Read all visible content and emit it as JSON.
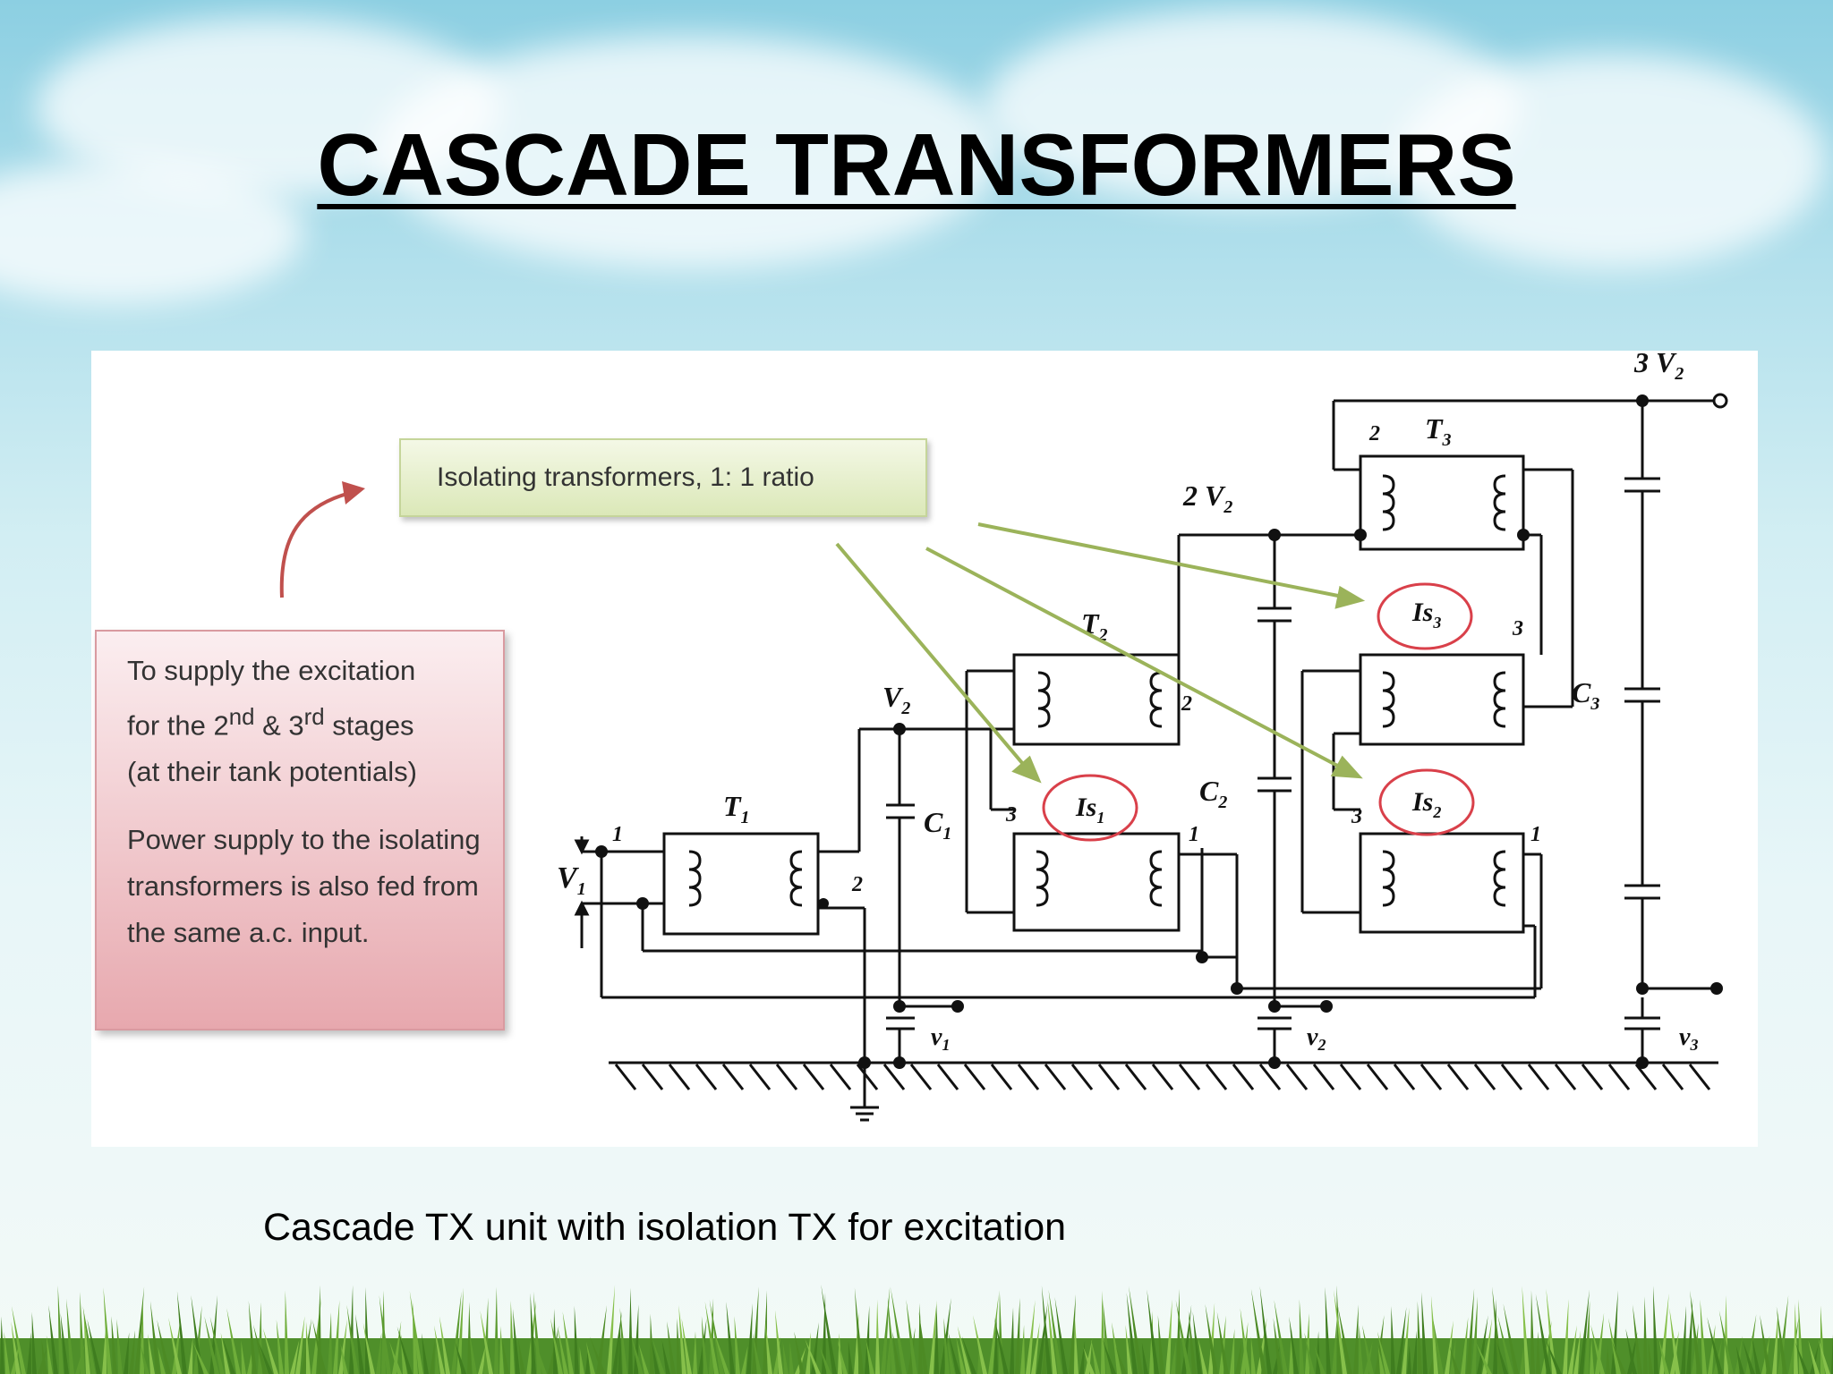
{
  "slide": {
    "title": "CASCADE TRANSFORMERS",
    "caption": "Cascade TX unit with isolation TX for excitation"
  },
  "callouts": {
    "isolating": "Isolating transformers, 1: 1 ratio",
    "excitation_line1": "To supply the excitation",
    "excitation_line2_pre": "for the 2",
    "excitation_line2_sup1": "nd",
    "excitation_line2_mid": " & 3",
    "excitation_line2_sup2": "rd",
    "excitation_line2_post": " stages",
    "excitation_line3": "(at their tank potentials)",
    "power_supply": "Power supply to the isolating transformers is also fed from the same a.c. input."
  },
  "circuit_labels": {
    "t1": "T",
    "t1_sub": "1",
    "t2": "T",
    "t2_sub": "2",
    "t3": "T",
    "t3_sub": "3",
    "c1": "C",
    "c1_sub": "1",
    "c2": "C",
    "c2_sub": "2",
    "c3": "C",
    "c3_sub": "3",
    "v1_in": "V",
    "v1_in_sub": "1",
    "v2": "V",
    "v2_sub": "2",
    "two_v2": "2 V",
    "two_v2_sub": "2",
    "three_v2": "3 V",
    "three_v2_sub": "2",
    "is1": "Is",
    "is1_sub": "1",
    "is2": "Is",
    "is2_sub": "2",
    "is3": "Is",
    "is3_sub": "3",
    "meter_v1": "v",
    "meter_v1_sub": "1",
    "meter_v2": "v",
    "meter_v2_sub": "2",
    "meter_v3": "v",
    "meter_v3_sub": "3",
    "term_1": "1",
    "term_2": "2",
    "term_3": "3"
  },
  "colors": {
    "arrow_green": "#9bb35a",
    "circle_red": "#d9404a",
    "curve_red": "#c0504d"
  }
}
